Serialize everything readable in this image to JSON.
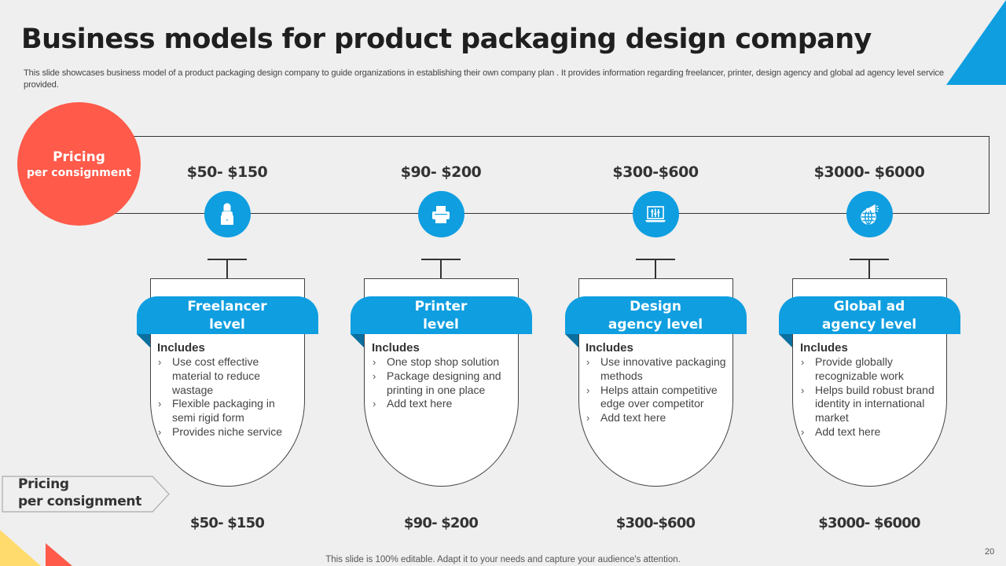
{
  "slide": {
    "title": "Business models for product packaging design company",
    "subtitle": "This slide showcases business model of a product packaging design company to guide organizations in establishing their own company plan . It provides information regarding freelancer, printer, design agency and global ad agency level service provided.",
    "footer": "This slide is 100% editable. Adapt it to your needs and capture your audience's attention.",
    "page_number": "20",
    "colors": {
      "accent_blue": "#0f9ee0",
      "accent_red": "#ff5a4a",
      "accent_yellow": "#ffdb6e",
      "background": "#efefef"
    }
  },
  "pricing_label": {
    "line1": "Pricing",
    "line2": "per consignment"
  },
  "levels": [
    {
      "price": "$50- $150",
      "icon": "freelancer-laptop-icon",
      "name_line1": "Freelancer",
      "name_line2": "level",
      "includes_label": "Includes",
      "bullets": [
        "Use cost effective material to reduce wastage",
        "Flexible packaging in semi rigid form",
        "Provides niche service"
      ],
      "bottom_price": "$50- $150"
    },
    {
      "price": "$90- $200",
      "icon": "printer-icon",
      "name_line1": "Printer",
      "name_line2": "level",
      "includes_label": "Includes",
      "bullets": [
        "One stop shop solution",
        "Package designing and printing in one place",
        "Add text here"
      ],
      "bottom_price": "$90- $200"
    },
    {
      "price": "$300-$600",
      "icon": "design-laptop-icon",
      "name_line1": "Design",
      "name_line2": "agency level",
      "includes_label": "Includes",
      "bullets": [
        "Use innovative packaging methods",
        "Helps attain competitive edge over competitor",
        "Add text here"
      ],
      "bottom_price": "$300-$600"
    },
    {
      "price": "$3000- $6000",
      "icon": "globe-megaphone-icon",
      "name_line1": "Global ad",
      "name_line2": "agency level",
      "includes_label": "Includes",
      "bullets": [
        "Provide globally recognizable work",
        "Helps build robust brand identity in international market",
        "Add text here"
      ],
      "bottom_price": "$3000- $6000"
    }
  ],
  "bullet_glyph": "›"
}
